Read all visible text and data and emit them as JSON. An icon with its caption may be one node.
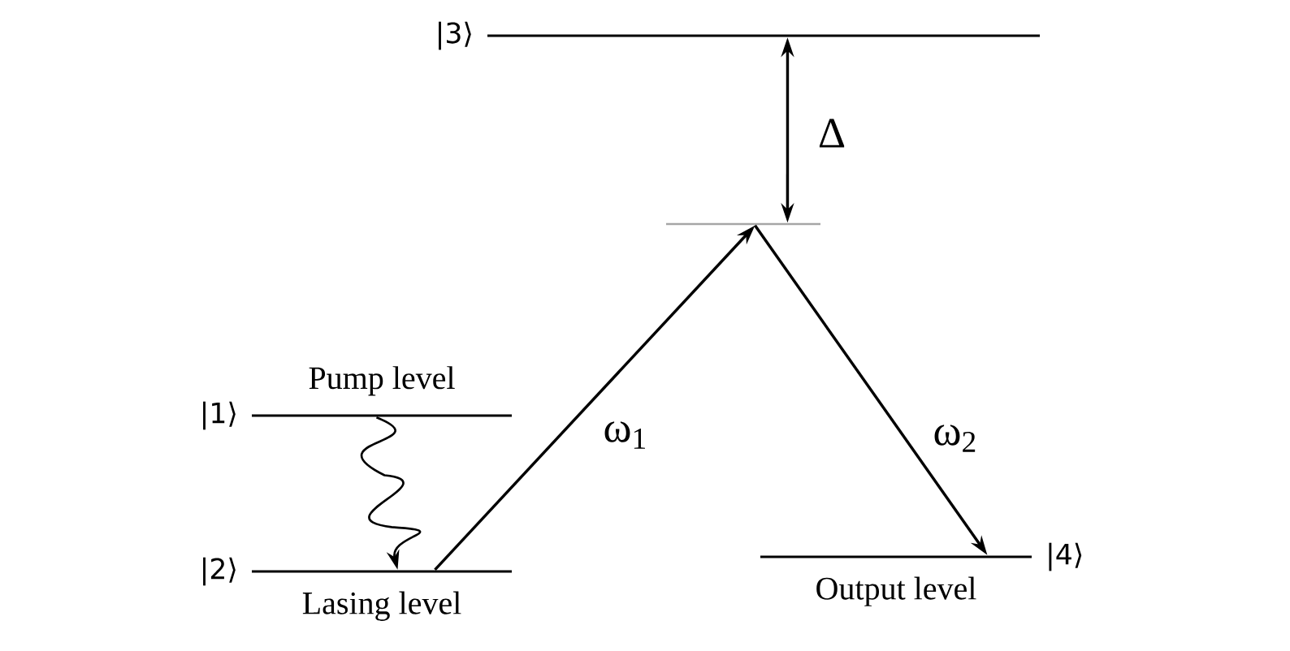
{
  "diagram": {
    "nodes": [
      {
        "text": [
          "|3⟩"
        ]
      },
      {
        "text": [],
        "shape": "bar"
      },
      {
        "text": [
          "|1⟩",
          "Pump level"
        ]
      },
      {
        "text": [
          "|2⟩",
          "Lasing level"
        ]
      },
      {
        "text": [
          "|4⟩",
          "Output level"
        ]
      }
    ],
    "edges": [
      {
        "from": 0,
        "to": 1,
        "arrow": "both",
        "label": "Δ"
      },
      {
        "from": 3,
        "to": 1,
        "arrow": "to",
        "label": "ω$_{1}$"
      },
      {
        "from": 1,
        "to": 4,
        "arrow": "to",
        "label": "ω$_{2}$"
      },
      {
        "from": 2,
        "to": 3,
        "arrow": "to"
      }
    ]
  }
}
